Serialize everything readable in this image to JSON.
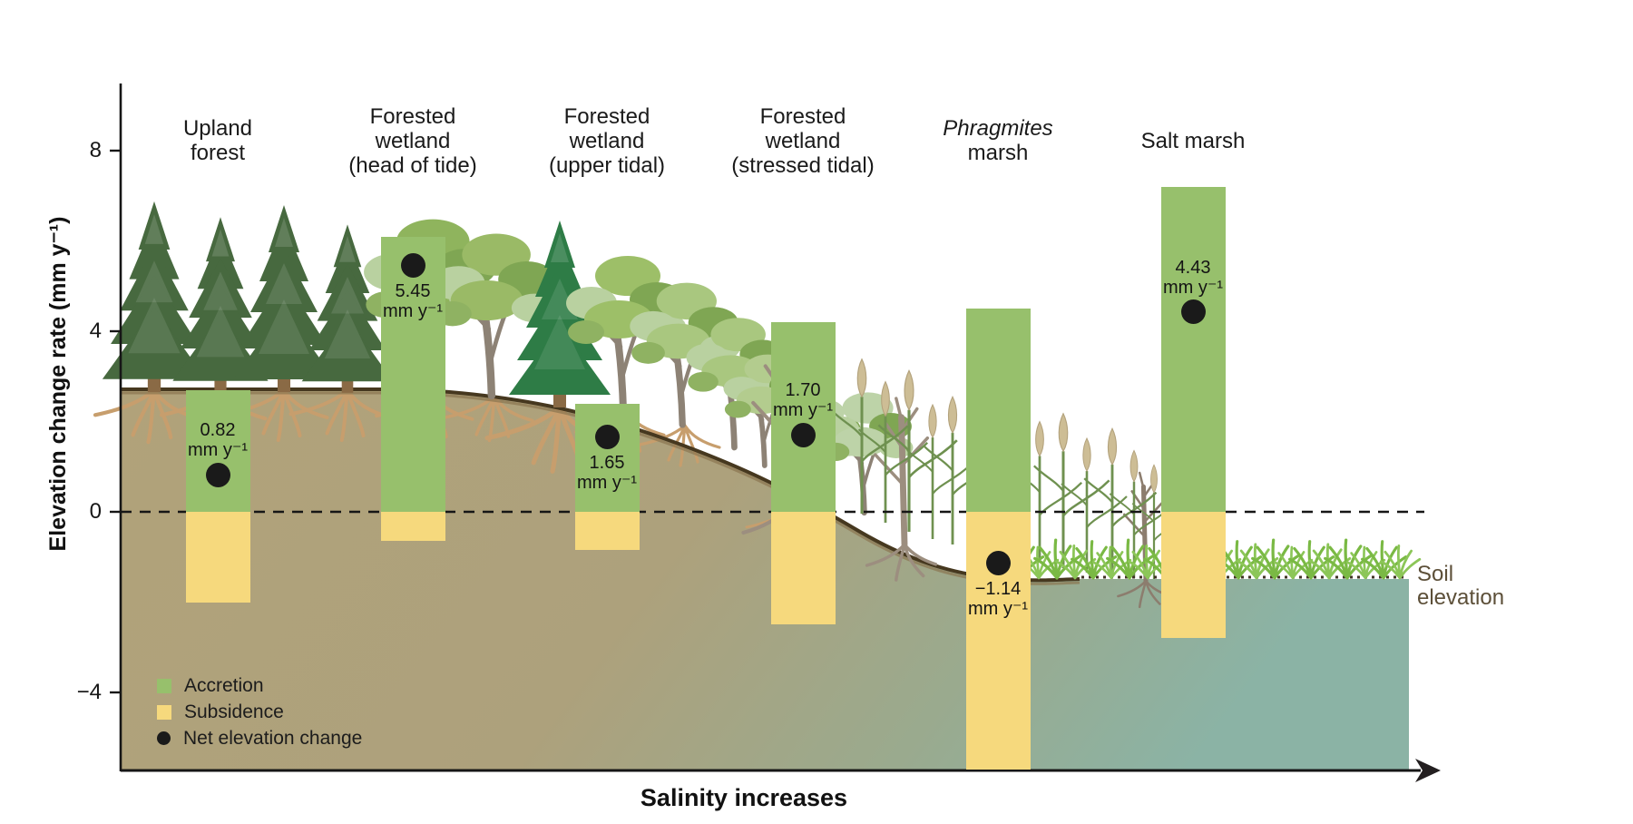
{
  "figure_title": "",
  "y_axis": {
    "title": "Elevation change rate (mm y⁻¹)",
    "tick_labels": [
      "8",
      "4",
      "0",
      "−4"
    ]
  },
  "x_axis": {
    "title": "Salinity increases"
  },
  "legend": {
    "accretion": "Accretion",
    "subsidence": "Subsidence",
    "net": "Net elevation change"
  },
  "annotations": {
    "soil_elevation_line1": "Soil",
    "soil_elevation_line2": "elevation"
  },
  "colors": {
    "accretion_green": "#97c06c",
    "subsidence_yellow": "#f6d97d",
    "net_dot_black": "#1a1a1a",
    "soil_left_brown": "#b1a27a",
    "soil_right_teal": "#8bb3a5",
    "soil_label_brown": "#5c4f38"
  },
  "chart_data": {
    "type": "bar",
    "title": "Elevation change rate along a salinity gradient",
    "xlabel": "Salinity increases",
    "ylabel": "Elevation change rate (mm y⁻¹)",
    "ylim": [
      -5.7,
      9.4
    ],
    "yticks": [
      8,
      4,
      0,
      -4
    ],
    "ytick_labels": [
      "8",
      "4",
      "0",
      "−4"
    ],
    "grid": false,
    "legend_position": "lower left",
    "unit_label": "mm y⁻¹",
    "categories": [
      "Upland forest",
      "Forested wetland (head of tide)",
      "Forested wetland (upper tidal)",
      "Forested wetland (stressed tidal)",
      "Phragmites marsh",
      "Salt marsh"
    ],
    "series": [
      {
        "name": "Accretion",
        "values": [
          2.7,
          6.1,
          2.4,
          4.2,
          4.5,
          7.2
        ]
      },
      {
        "name": "Subsidence",
        "values": [
          -2.0,
          -0.65,
          -0.85,
          -2.5,
          -5.7,
          -2.8
        ]
      },
      {
        "name": "Net elevation change",
        "values": [
          0.82,
          5.45,
          1.65,
          1.7,
          -1.14,
          4.43
        ]
      }
    ],
    "sites": [
      {
        "label_lines": [
          "Upland",
          "forest"
        ],
        "accretion": 2.7,
        "subsidence": -2.0,
        "net": 0.82,
        "net_label": "0.82",
        "value_label_position": "above",
        "x_center": 240
      },
      {
        "label_lines": [
          "Forested",
          "wetland",
          "(head of tide)"
        ],
        "accretion": 6.1,
        "subsidence": -0.65,
        "net": 5.45,
        "net_label": "5.45",
        "value_label_position": "below",
        "x_center": 455
      },
      {
        "label_lines": [
          "Forested",
          "wetland",
          "(upper tidal)"
        ],
        "accretion": 2.4,
        "subsidence": -0.85,
        "net": 1.65,
        "net_label": "1.65",
        "value_label_position": "below",
        "x_center": 669
      },
      {
        "label_lines": [
          "Forested",
          "wetland",
          "(stressed tidal)"
        ],
        "accretion": 4.2,
        "subsidence": -2.5,
        "net": 1.7,
        "net_label": "1.70",
        "value_label_position": "above",
        "x_center": 885
      },
      {
        "label_lines": [
          "Phragmites",
          "marsh"
        ],
        "accretion": 4.5,
        "subsidence": -5.7,
        "net": -1.14,
        "net_label": "−1.14",
        "value_label_position": "below",
        "x_center": 1100
      },
      {
        "label_lines": [
          "Salt marsh"
        ],
        "accretion": 7.2,
        "subsidence": -2.8,
        "net": 4.43,
        "net_label": "4.43",
        "value_label_position": "above",
        "x_center": 1315
      }
    ]
  }
}
